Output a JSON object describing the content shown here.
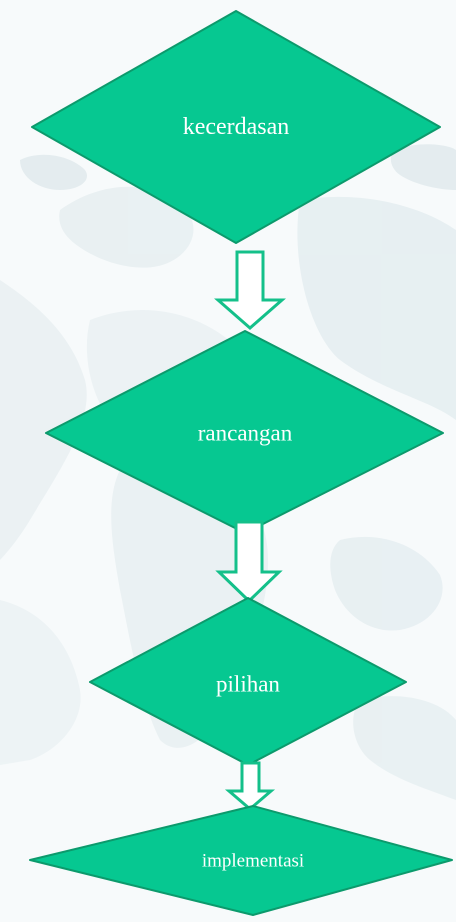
{
  "colors": {
    "node_fill": "#06c891",
    "node_stroke": "#0c9a6c",
    "arrow_fill": "#ffffff",
    "arrow_stroke": "#14c08a",
    "background": "#f7fafb",
    "map_tone": "#d9e6ea"
  },
  "nodes": [
    {
      "id": "kecerdasan",
      "label": "kecerdasan"
    },
    {
      "id": "rancangan",
      "label": "rancangan"
    },
    {
      "id": "pilihan",
      "label": "pilihan"
    },
    {
      "id": "implementasi",
      "label": "implementasi"
    }
  ],
  "edges": [
    {
      "from": "kecerdasan",
      "to": "rancangan",
      "icon": "down-arrow-icon"
    },
    {
      "from": "rancangan",
      "to": "pilihan",
      "icon": "down-arrow-icon"
    },
    {
      "from": "pilihan",
      "to": "implementasi",
      "icon": "down-arrow-icon"
    }
  ]
}
